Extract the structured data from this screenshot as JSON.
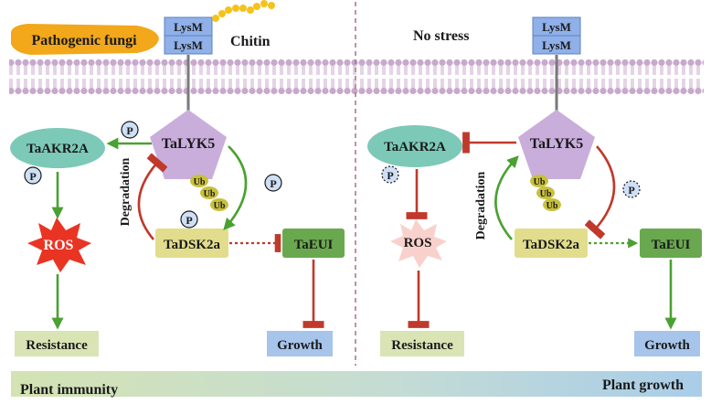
{
  "left_panel": {
    "pathogen_label": "Pathogenic fungi",
    "chitin_label": "Chitin",
    "lysm_top": "LysM",
    "lysm_bottom": "LysM",
    "talyk5": "TaLYK5",
    "taakr2a": "TaAKR2A",
    "tadsk2a": "TaDSK2a",
    "taeui": "TaEUI",
    "ros": "ROS",
    "resistance": "Resistance",
    "growth": "Growth",
    "degradation": "Degradation",
    "p": "P",
    "ub": "Ub"
  },
  "right_panel": {
    "stress_label": "No stress",
    "lysm_top": "LysM",
    "lysm_bottom": "LysM",
    "talyk5": "TaLYK5",
    "taakr2a": "TaAKR2A",
    "tadsk2a": "TaDSK2a",
    "taeui": "TaEUI",
    "ros": "ROS",
    "resistance": "Resistance",
    "growth": "Growth",
    "degradation": "Degradation",
    "p": "P",
    "ub": "Ub"
  },
  "bottom_bar": {
    "immunity_label": "Plant immunity",
    "growth_label": "Plant growth"
  },
  "colors": {
    "membrane": "#c8a8cc",
    "lysm": "#8fb0e8",
    "talyk5": "#c9aedb",
    "taakr2a": "#7cc9b8",
    "tadsk2a": "#e2dd8c",
    "taeui": "#6aa84f",
    "resistance_box": "#d9e4b4",
    "growth_box": "#a7c4ea",
    "pathogen": "#f2a81a",
    "chitin": "#f5c21b",
    "ros": "#ea3423",
    "ros_faded": "#f9d1cc",
    "activation": "#4aa132",
    "inhibition": "#c0392b",
    "phospho": "#cfe0f6"
  }
}
